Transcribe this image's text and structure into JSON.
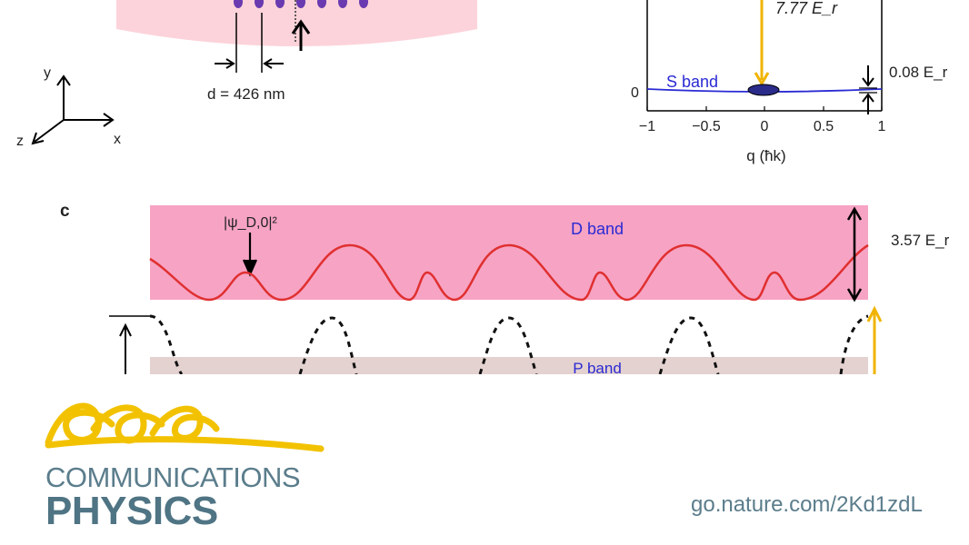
{
  "figure": {
    "panel_a": {
      "spacing_label": "d = 426 nm",
      "axis_y": "y",
      "axis_z": "z",
      "axis_x": "x"
    },
    "panel_b": {
      "gap_label": "7.77 E_r",
      "width_label": "0.08 E_r",
      "band_label": "S band",
      "y_tick_zero": "0",
      "x_ticks": [
        "−1",
        "−0.5",
        "0",
        "0.5",
        "1"
      ],
      "x_axis_label": "q (ħk)"
    },
    "panel_c": {
      "panel_label": "c",
      "psi_label": "|ψ_D,0|²",
      "d_band_label": "D band",
      "d_band_width": "3.57 E_r",
      "p_band_label": "P band"
    }
  },
  "footer": {
    "journal_line1": "COMMUNICATIONS",
    "journal_line2": "PHYSICS",
    "link": "go.nature.com/2Kd1zdL"
  },
  "colors": {
    "d_band_fill": "#f7a3c4",
    "p_band_fill": "#e4d2d0",
    "arrow_gold": "#f0b400",
    "band_blue": "#2a2ad4",
    "wave_red": "#e03030",
    "logo_yellow": "#f2c200",
    "journal_teal": "#5b7d8c"
  }
}
